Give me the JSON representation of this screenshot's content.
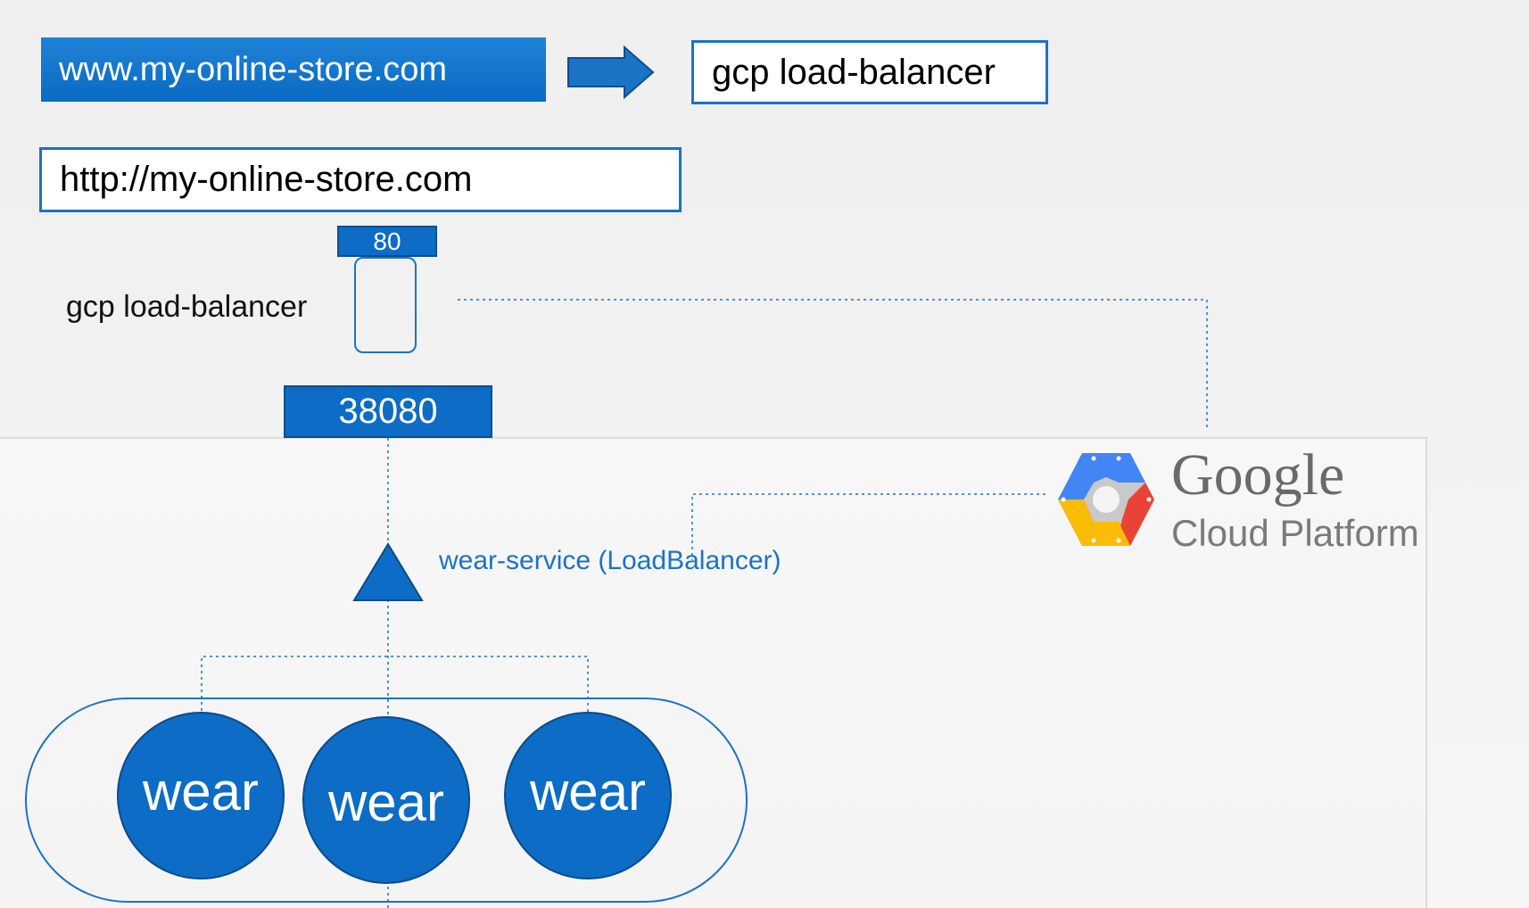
{
  "diagram": {
    "domain_label": "www.my-online-store.com",
    "lb_label_top": "gcp load-balancer",
    "url_label": "http://my-online-store.com",
    "port_80": "80",
    "lb_side_label": "gcp load-balancer",
    "nodeport": "38080",
    "service_label": "wear-service (LoadBalancer)",
    "pods": [
      "wear",
      "wear",
      "wear"
    ],
    "gcp_logo": {
      "line1": "Google",
      "line2": "Cloud Platform"
    }
  },
  "colors": {
    "primary_blue": "#0d6cc5",
    "line_blue": "#1b73c6",
    "gcp_blue": "#4285f4",
    "gcp_red": "#ea4335",
    "gcp_yellow": "#fbbc05",
    "gcp_gray": "#c9c9c9"
  }
}
